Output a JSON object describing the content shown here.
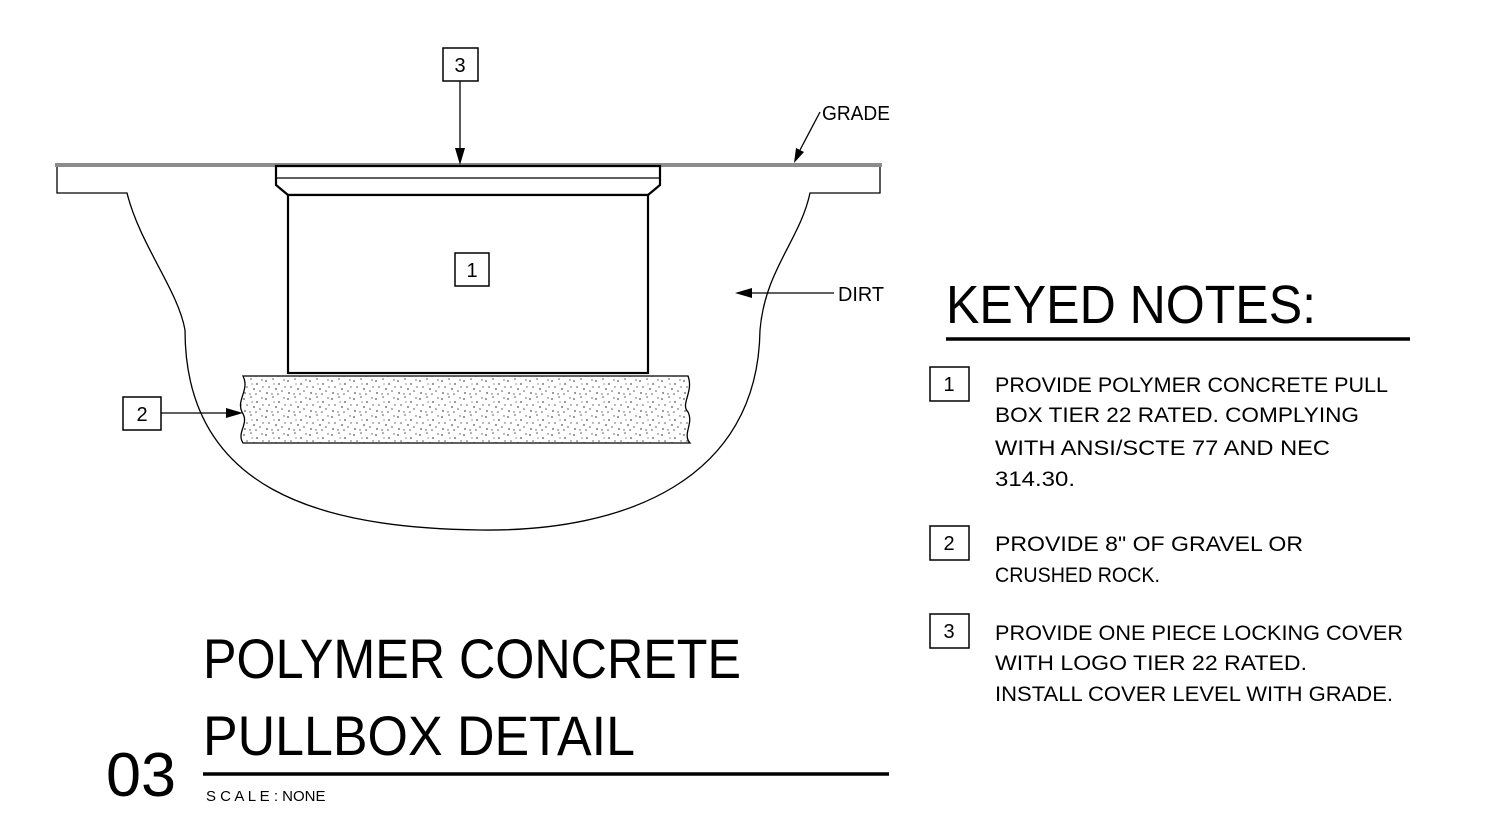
{
  "detail": {
    "number": "03",
    "title_line1": "POLYMER CONCRETE",
    "title_line2": "PULLBOX  DETAIL",
    "scale": "S C A L E   : NONE"
  },
  "labels": {
    "grade": "GRADE",
    "dirt": "DIRT"
  },
  "callouts": [
    {
      "key": "1"
    },
    {
      "key": "2"
    },
    {
      "key": "3"
    }
  ],
  "keyed_notes": {
    "heading": "KEYED NOTES:",
    "notes": [
      {
        "key": "1",
        "lines": [
          "PROVIDE POLYMER CONCRETE PULL",
          "BOX TIER 22 RATED. COMPLYING",
          "WITH ANSI/SCTE 77 AND NEC",
          "314.30."
        ]
      },
      {
        "key": "2",
        "lines": [
          "PROVIDE 8\" OF GRAVEL OR",
          "CRUSHED ROCK."
        ]
      },
      {
        "key": "3",
        "lines": [
          "PROVIDE ONE PIECE LOCKING COVER",
          "WITH LOGO TIER 22 RATED.",
          "INSTALL COVER LEVEL WITH GRADE."
        ]
      }
    ]
  },
  "colors": {
    "line": "#000000",
    "grade": "#8c8c8c",
    "gravel_dots": "#555555"
  }
}
